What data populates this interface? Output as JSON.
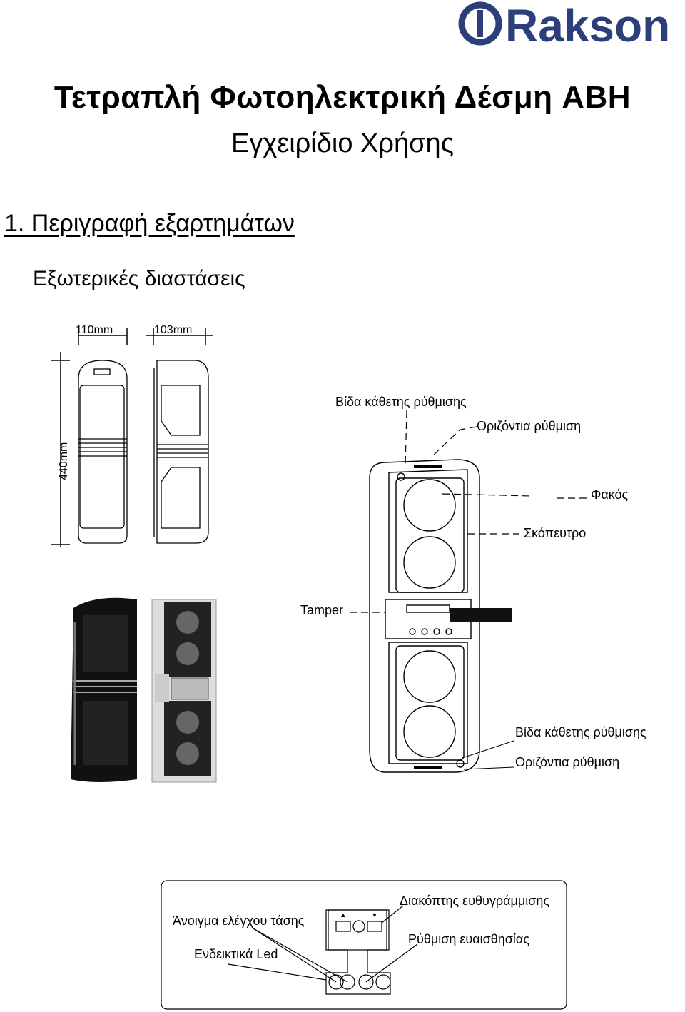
{
  "brand": {
    "name": "Rakson",
    "color": "#2d3f7a"
  },
  "header": {
    "title": "Τετραπλή  Φωτοηλεκτρική  Δέσμη ABH",
    "subtitle": "Εγχειρίδιο  Χρήσης"
  },
  "section": {
    "heading": "1. Περιγραφή  εξαρτημάτων",
    "subheading": "Εξωτερικές διαστάσεις"
  },
  "dimensions": {
    "width_front": "110mm",
    "width_side": "103mm",
    "height": "440mm"
  },
  "labels": {
    "vertical_screw_top": "Βίδα κάθετης ρύθμισης",
    "horizontal_adjust_top": "Οριζόντια ρύθμιση",
    "lens": "Φακός",
    "sight": "Σκόπευτρο",
    "tamper": "Tamper",
    "vertical_screw_bottom": "Βίδα κάθετης ρύθμισης",
    "horizontal_adjust_bottom": "Οριζόντια ρύθμιση"
  },
  "board": {
    "alignment_switch": "Διακόπτης ευθυγράμμισης",
    "voltage_check": "Άνοιγμα ελέγχου τάσης",
    "sensitivity": "Ρύθμιση ευαισθησίας",
    "led_indicators": "Ενδεικτικά Led"
  }
}
